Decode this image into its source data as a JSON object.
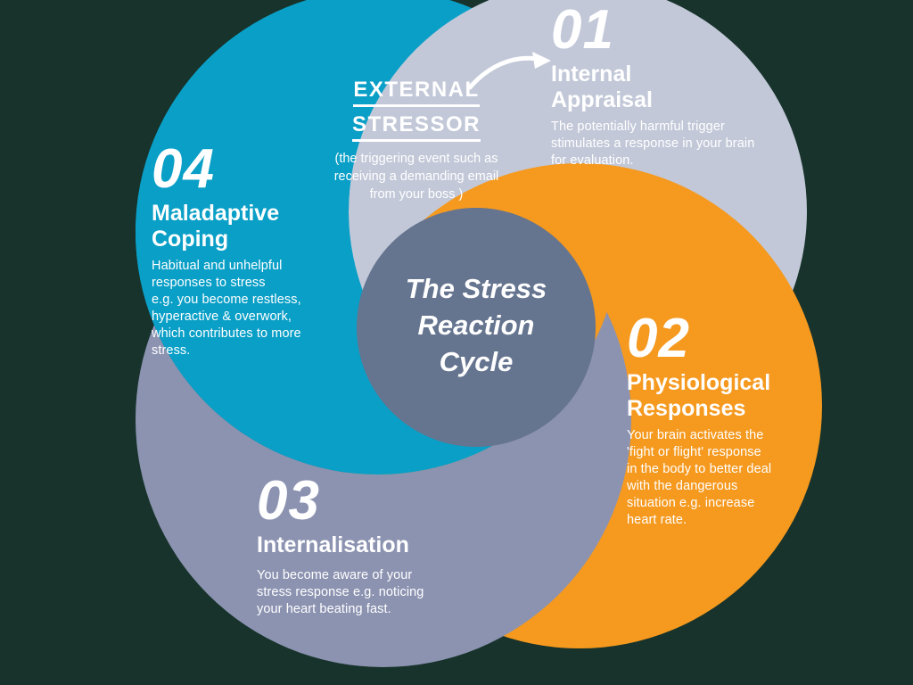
{
  "center": {
    "title": "The Stress\nReaction\nCycle"
  },
  "external_stressor": {
    "line1": "EXTERNAL",
    "line2": "STRESSOR",
    "description": "(the triggering event such as\nreceiving a demanding email\nfrom your boss )"
  },
  "steps": [
    {
      "number": "01",
      "title": "Internal Appraisal",
      "description": "The potentially harmful trigger\nstimulates a response in your brain\nfor evaluation."
    },
    {
      "number": "02",
      "title": "Physiological Responses",
      "description": "Your brain activates the\n'fight or flight' response\nin the body to better deal\nwith the dangerous\nsituation e.g. increase\nheart rate."
    },
    {
      "number": "03",
      "title": "Internalisation",
      "description": "You become aware of your\nstress response e.g. noticing\nyour heart beating fast."
    },
    {
      "number": "04",
      "title": "Maladaptive Coping",
      "description": "Habitual and unhelpful\nresponses to stress\ne.g. you become restless,\nhyperactive & overwork,\nwhich contributes to more\nstress."
    }
  ],
  "colors": {
    "background": "#17332b",
    "step1_gray": "#c2c8d8",
    "step2_orange": "#f5991f",
    "step3_purple": "#8c93b1",
    "step4_cyan": "#0a9fc7",
    "center_circle": "#65748f",
    "text": "#ffffff"
  }
}
